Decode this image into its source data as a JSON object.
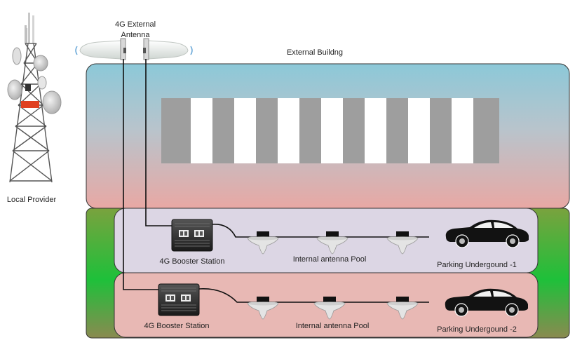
{
  "labels": {
    "antenna": [
      "4G External",
      "Antenna"
    ],
    "tower": "Local Provider",
    "building": "External Buildng",
    "levels": [
      {
        "booster": "4G Booster Station",
        "pool": "Internal antenna Pool",
        "parking": "Parking Undergound -1"
      },
      {
        "booster": "4G Booster Station",
        "pool": "Internal antenna Pool",
        "parking": "Parking Undergound -2"
      }
    ]
  },
  "colors": {
    "sky_top": "#8cc8d8",
    "sky_bottom": "#e8a8a4",
    "floor1": "#dcd6e4",
    "floor2": "#e8b8b4",
    "grass": "#76a23e",
    "window_gray": "#9e9e9e",
    "window_white": "#ffffff",
    "tower_accent": "#e04020"
  },
  "icons": [
    "cell-tower-icon",
    "panel-antenna-icon",
    "booster-station-icon",
    "ceiling-antenna-icon",
    "car-icon"
  ]
}
